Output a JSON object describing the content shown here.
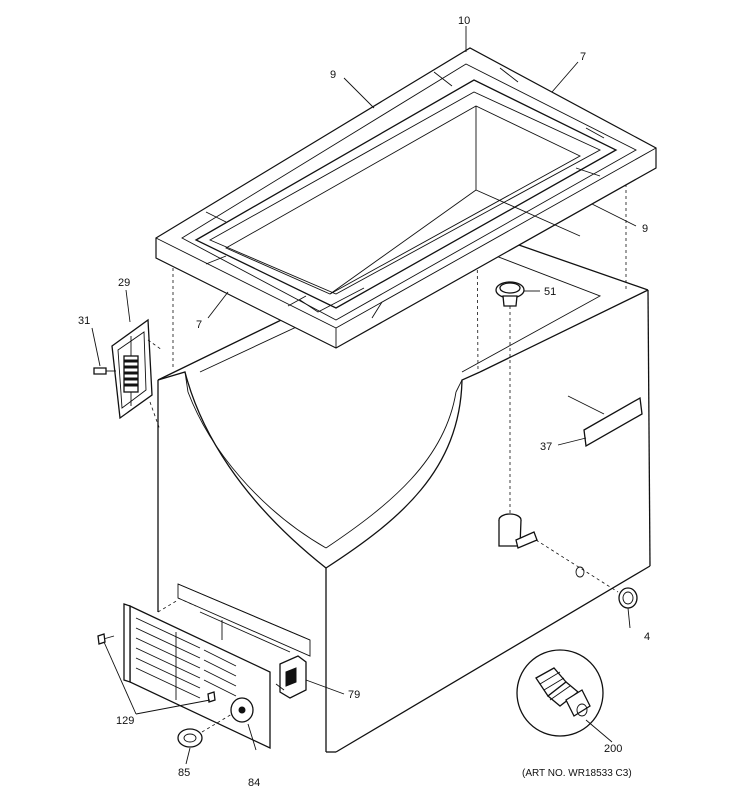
{
  "diagram": {
    "art_number": "(ART NO. WR18533 C3)",
    "callouts": {
      "c10": "10",
      "c7_top": "7",
      "c9_top": "9",
      "c9_right": "9",
      "c29": "29",
      "c31": "31",
      "c7_left": "7",
      "c51": "51",
      "c37": "37",
      "c4": "4",
      "c79": "79",
      "c129": "129",
      "c85": "85",
      "c84": "84",
      "c200": "200"
    }
  }
}
